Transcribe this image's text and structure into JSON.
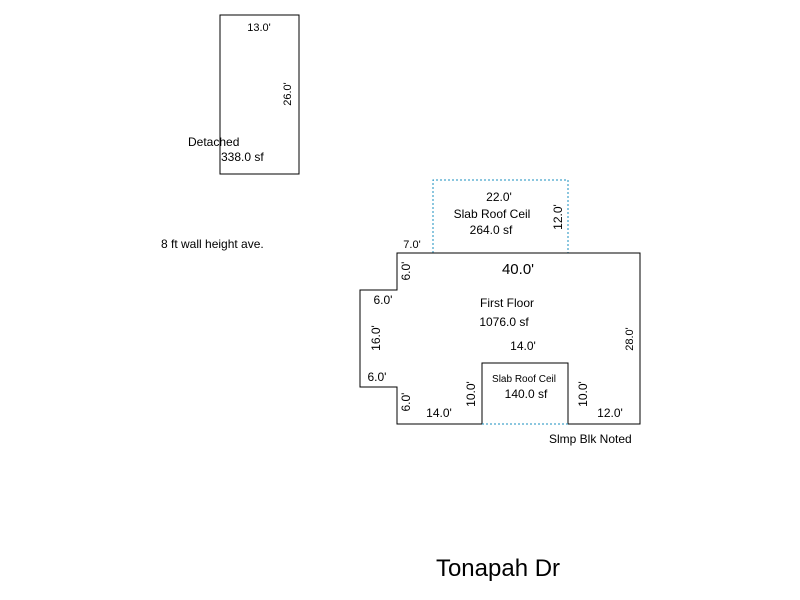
{
  "colors": {
    "walls": "#000000",
    "slab_outline": "#1a8fbf",
    "background": "#ffffff"
  },
  "detached": {
    "name": "Detached",
    "area": "338.0 sf",
    "dim_top": "13.0'",
    "dim_right": "26.0'"
  },
  "wall_note": "8 ft wall height ave.",
  "first_floor": {
    "name": "First Floor",
    "area": "1076.0 sf",
    "dim_top": "40.0'",
    "dim_top_left": "7.0'",
    "dim_left_upper_vertical": "6.0'",
    "dim_left_upper_step": "6.0'",
    "dim_left_middle": "16.0'",
    "dim_left_lower_step": "6.0'",
    "dim_left_lower_vertical": "6.0'",
    "dim_bottom_left": "14.0'",
    "dim_notch_top": "14.0'",
    "dim_notch_left": "10.0'",
    "dim_notch_right": "10.0'",
    "dim_bottom_right": "12.0'",
    "dim_right": "28.0'"
  },
  "slab_top": {
    "name": "Slab Roof Ceil",
    "area": "264.0 sf",
    "dim_top": "22.0'",
    "dim_right": "12.0'"
  },
  "slab_inner": {
    "name": "Slab Roof Ceil",
    "area": "140.0 sf"
  },
  "note_bottom": "Slmp Blk Noted",
  "street": "Tonapah Dr"
}
